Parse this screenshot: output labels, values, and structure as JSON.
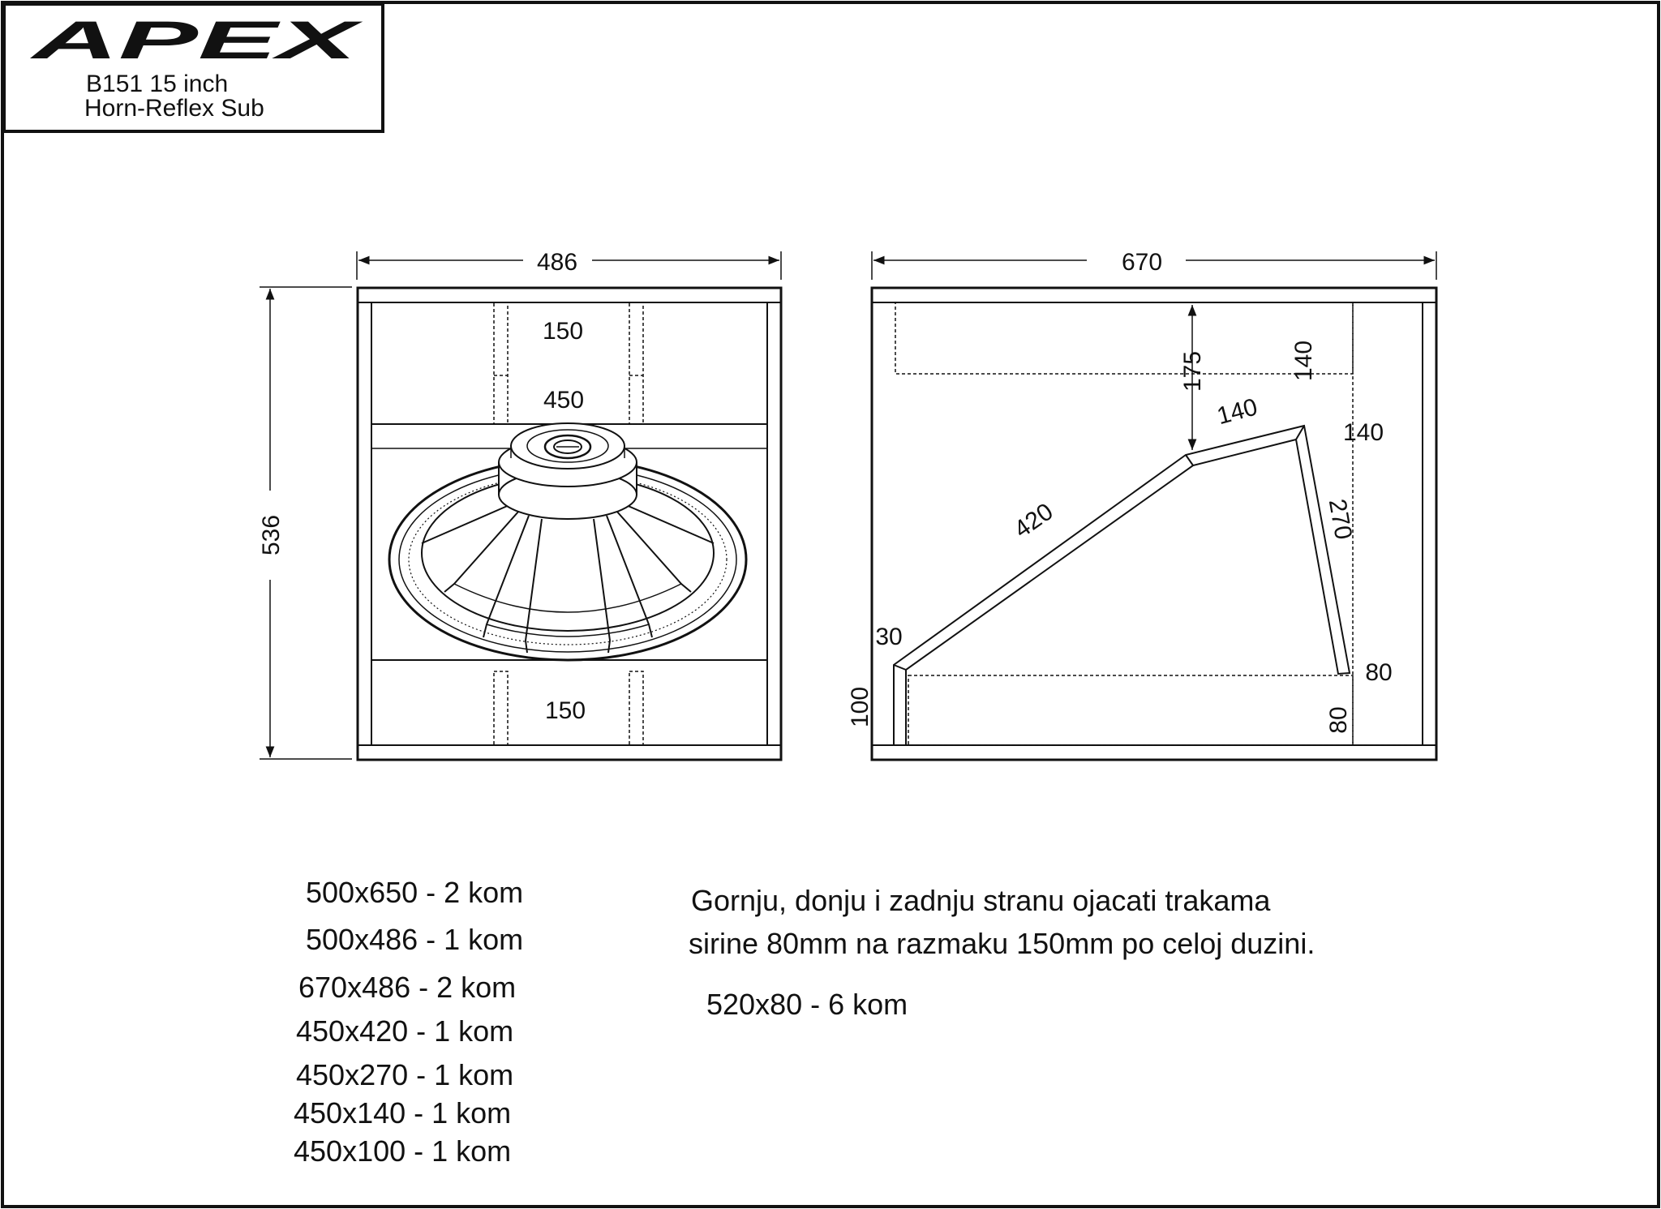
{
  "title_block": {
    "logo_text": "APEX",
    "model_line": "B151 15 inch",
    "type_line": "Horn-Reflex Sub"
  },
  "front_view": {
    "width_label": "486",
    "height_label": "536",
    "top_port_label": "150",
    "baffle_label": "450",
    "bottom_port_label": "150",
    "driver_icon": "speaker-driver-icon"
  },
  "side_view": {
    "depth_label": "670",
    "labels": {
      "d175": "175",
      "d140_vertical": "140",
      "d140_top": "140",
      "d140_right": "140",
      "d420": "420",
      "d270": "270",
      "d30": "30",
      "d80_right": "80",
      "d100": "100",
      "d80_bottom": "80"
    }
  },
  "cut_list": [
    "500x650 - 2 kom",
    "500x486 - 1 kom",
    "670x486 - 2 kom",
    "450x420 - 1 kom",
    "450x270 - 1 kom",
    "450x140 - 1 kom",
    "450x100 - 1 kom"
  ],
  "notes": {
    "line1": "Gornju, donju i zadnju stranu ojacati trakama",
    "line2": "sirine 80mm na razmaku 150mm po celoj duzini.",
    "strips": "520x80 - 6 kom"
  },
  "colors": {
    "ink": "#111111",
    "paper": "#ffffff"
  }
}
